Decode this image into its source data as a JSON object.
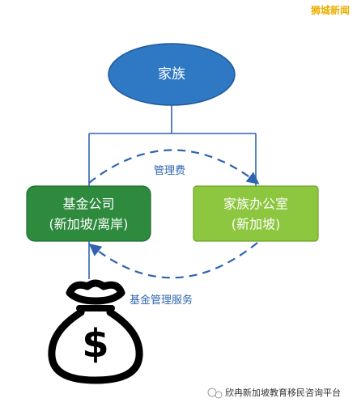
{
  "brand": {
    "text": "狮城新闻",
    "color": "#e8b000"
  },
  "nodes": {
    "family": {
      "label": "家族",
      "fill": "#2f78c4"
    },
    "fund_company": {
      "line1": "基金公司",
      "line2": "(新加坡/离岸)",
      "fill": "#2e8b3e"
    },
    "family_office": {
      "line1": "家族办公室",
      "line2": "(新加坡)",
      "fill": "#8dc63f"
    }
  },
  "edges": {
    "management_fee": {
      "label": "管理费"
    },
    "fund_management_service": {
      "label": "基金管理服务"
    }
  },
  "icons": {
    "money_bag": {
      "name": "money-bag-icon",
      "symbol": "$"
    }
  },
  "colors": {
    "connector": "#2e64b0",
    "edge_label": "#2e64b0",
    "icon_stroke": "#000000"
  },
  "watermark": {
    "text": "欣冉新加坡教育移民咨询平台"
  }
}
